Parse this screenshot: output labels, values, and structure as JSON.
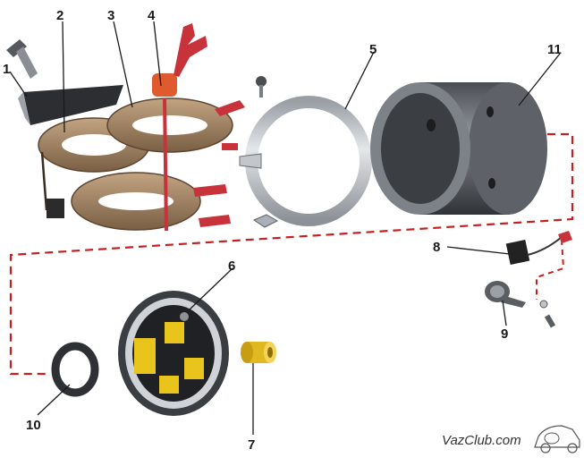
{
  "callouts": {
    "c1": "1",
    "c2": "2",
    "c3": "3",
    "c4": "4",
    "c5": "5",
    "c6": "6",
    "c7": "7",
    "c8": "8",
    "c9": "9",
    "c10": "10",
    "c11": "11"
  },
  "watermark": "VazClub.com",
  "colors": {
    "coil": "#8a6e50",
    "coil_light": "#b89a78",
    "terminal": "#c8323a",
    "housing": "#6c7077",
    "housing_dark": "#3f4247",
    "ring": "#cfd3d8",
    "brush": "#e8c41c",
    "bushing": "#e2b820",
    "dash": "#c42020"
  }
}
